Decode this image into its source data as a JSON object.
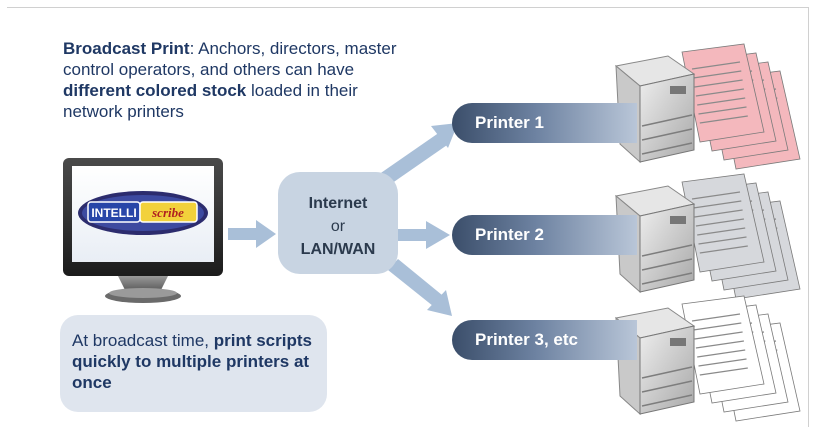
{
  "intro": {
    "bold_1": "Broadcast Print",
    "text_1": ": Anchors, directors, master control operators, and others can have ",
    "bold_2": "different colored stock",
    "text_2": " loaded in their network printers"
  },
  "monitor": {
    "logo_part_1": "INTELLI",
    "logo_part_2": "scribe"
  },
  "hub": {
    "line_1": "Internet",
    "line_2": "or",
    "line_3": "LAN/WAN"
  },
  "printers": [
    {
      "label": "Printer 1",
      "paper_color": "#f4b8bd"
    },
    {
      "label": "Printer 2",
      "paper_color": "#d6d8dc"
    },
    {
      "label": "Printer 3, etc",
      "paper_color": "#ffffff"
    }
  ],
  "callout": {
    "text_1": "At broadcast time, ",
    "bold_1": "print scripts quickly to multiple printers at once"
  },
  "colors": {
    "title_blue": "#1f3864",
    "arrow": "#a9bfd8",
    "hub_fill": "#c8d4e2",
    "callout_fill": "#dfe5ee"
  }
}
